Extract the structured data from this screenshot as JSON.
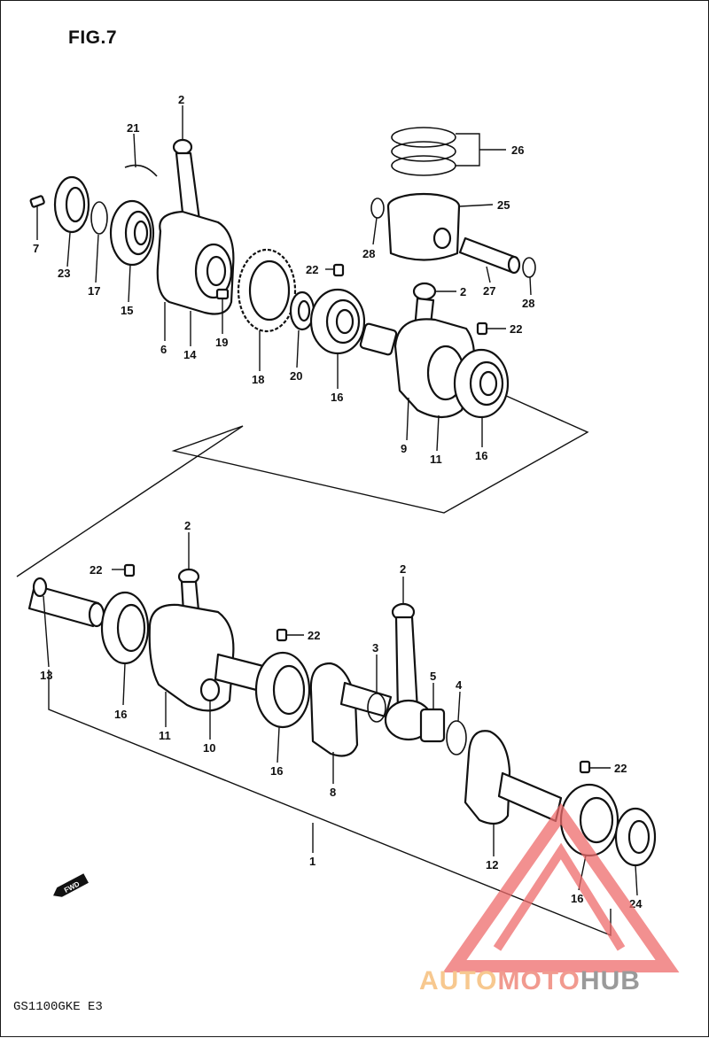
{
  "figure": {
    "title": "FIG.7",
    "model_code": "GS1100GKE  E3",
    "fwd_label": "FWD"
  },
  "callouts": {
    "c2_top": "2",
    "c21": "21",
    "c7": "7",
    "c23": "23",
    "c17": "17",
    "c15": "15",
    "c6": "6",
    "c14": "14",
    "c19": "19",
    "c18": "18",
    "c20": "20",
    "c16_top": "16",
    "c22_top": "22",
    "c26": "26",
    "c25": "25",
    "c28_left": "28",
    "c27": "27",
    "c28_right": "28",
    "c2_right": "2",
    "c22_right": "22",
    "c9": "9",
    "c11_top": "11",
    "c16_right": "16",
    "c2_bl": "2",
    "c22_bl": "22",
    "c13": "13",
    "c16_bl": "16",
    "c11_bl": "11",
    "c10": "10",
    "c22_bm": "22",
    "c16_bm": "16",
    "c8": "8",
    "c2_br": "2",
    "c3": "3",
    "c5": "5",
    "c4": "4",
    "c22_br": "22",
    "c12": "12",
    "c16_br": "16",
    "c24": "24",
    "c1": "1"
  },
  "watermark": {
    "part1": "AUTO",
    "part2": "MOTO",
    "part3": "HUB",
    "colors": {
      "auto": "#f7c88f",
      "moto": "#f19a8f",
      "hub": "#9a9a9a",
      "logo": "#ee6b6b"
    }
  }
}
